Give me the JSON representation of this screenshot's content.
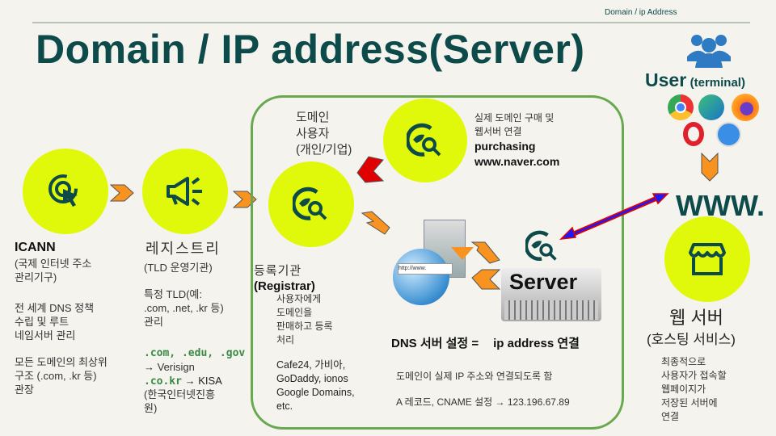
{
  "header": {
    "breadcrumb": "Domain / ip Address"
  },
  "title": "Domain / IP address(Server)",
  "colors": {
    "accent": "#e0f80a",
    "title": "#0d4a4a",
    "box_border": "#6aa84f",
    "arrow": "#f7931e",
    "red_arrow": "#e00000",
    "blue_line": "#1a1aff"
  },
  "icann": {
    "heading": "ICANN",
    "sub": "(국제 인터넷 주소\n관리기구)",
    "desc1": "전 세계 DNS 정책\n수립 및 루트\n네임서버 관리",
    "desc2": "모든 도메인의 최상위\n구조 (.com, .kr 등)\n관장",
    "icon": "cursor-click-icon"
  },
  "registry": {
    "heading": "레지스트리",
    "sub": "(TLD 운영기관)",
    "desc": "특정 TLD(예:\n.com, .net, .kr 등)\n관리",
    "code1": ".com, .edu, .gov",
    "code1_target": "→ Verisign",
    "code2": ".co.kr",
    "code2_target": " → KISA",
    "code2_org": "(한국인터넷진흥\n원)",
    "icon": "megaphone-icon"
  },
  "user_domain": {
    "label": "도메인\n사용자\n(개인/기업)",
    "desc": "실제 도메인 구매 및\n웹서버 연결",
    "purchase": "purchasing\nwww.naver.com",
    "icon": "globe-search-icon"
  },
  "registrar": {
    "label": "등록기관",
    "label_en": "(Registrar)",
    "desc": "사용자에게\n도메인을\n판매하고 등록\n처리",
    "examples": "Cafe24, 가비아,\nGoDaddy, ionos\nGoogle Domains,\netc."
  },
  "dns": {
    "image_text": "http://www.",
    "server_label": "Server",
    "setting_a": "DNS 서버 설정 =",
    "setting_b": "ip address 연결",
    "desc": "도메인이 실제 IP 주소와 연결되도록 함",
    "record": "A 레코드, CNAME 설정 → 123.196.67.89"
  },
  "user": {
    "label": "User",
    "sub": "(terminal)",
    "browsers": [
      "chrome-icon",
      "edge-icon",
      "firefox-icon",
      "opera-icon",
      "safari-icon"
    ],
    "www": "WWW."
  },
  "webserver": {
    "label": "웹 서버",
    "sub": "(호스팅 서비스)",
    "desc": "최종적으로\n사용자가 접속할\n웹페이지가\n저장된 서버에\n연결",
    "icon": "storefront-icon"
  }
}
